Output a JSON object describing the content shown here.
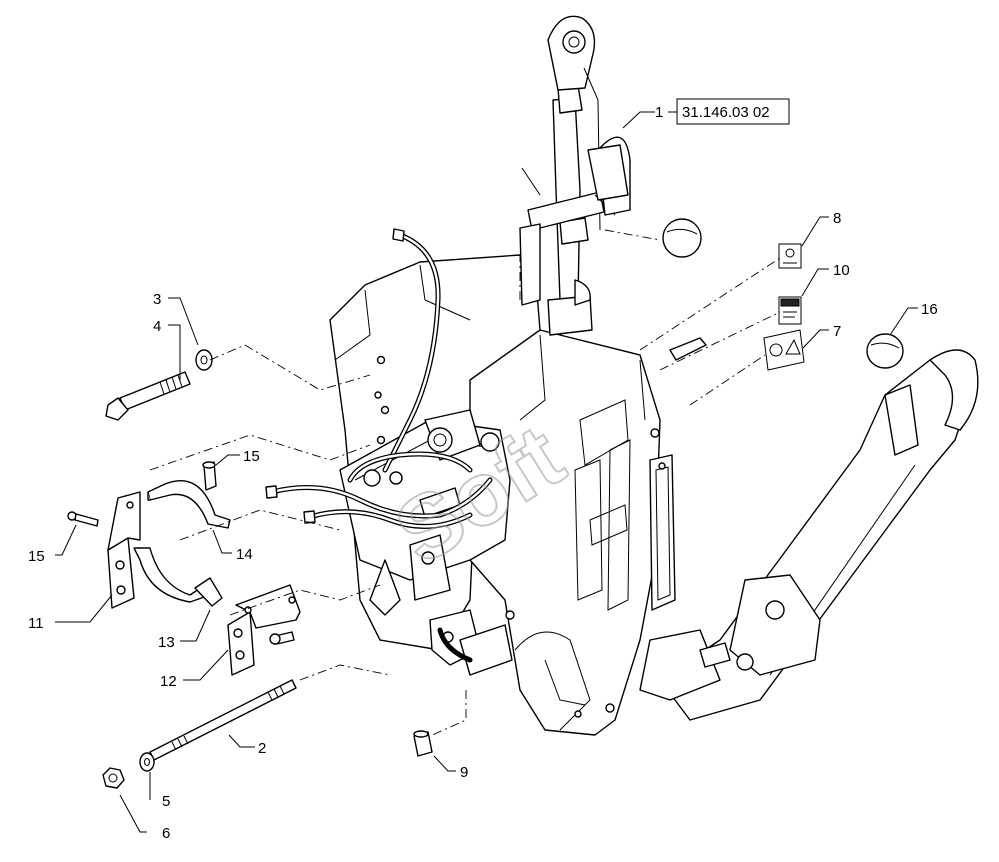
{
  "reference": {
    "code": "31.146.03 02"
  },
  "watermark": {
    "text": "Soft"
  },
  "callouts": [
    {
      "id": "c1",
      "label": "1"
    },
    {
      "id": "c2",
      "label": "2"
    },
    {
      "id": "c3",
      "label": "3"
    },
    {
      "id": "c4",
      "label": "4"
    },
    {
      "id": "c5",
      "label": "5"
    },
    {
      "id": "c6",
      "label": "6"
    },
    {
      "id": "c7",
      "label": "7"
    },
    {
      "id": "c8",
      "label": "8"
    },
    {
      "id": "c9",
      "label": "9"
    },
    {
      "id": "c10",
      "label": "10"
    },
    {
      "id": "c11",
      "label": "11"
    },
    {
      "id": "c12",
      "label": "12"
    },
    {
      "id": "c13",
      "label": "13"
    },
    {
      "id": "c14",
      "label": "14"
    },
    {
      "id": "c15a",
      "label": "15"
    },
    {
      "id": "c15b",
      "label": "15"
    },
    {
      "id": "c16",
      "label": "16"
    }
  ]
}
